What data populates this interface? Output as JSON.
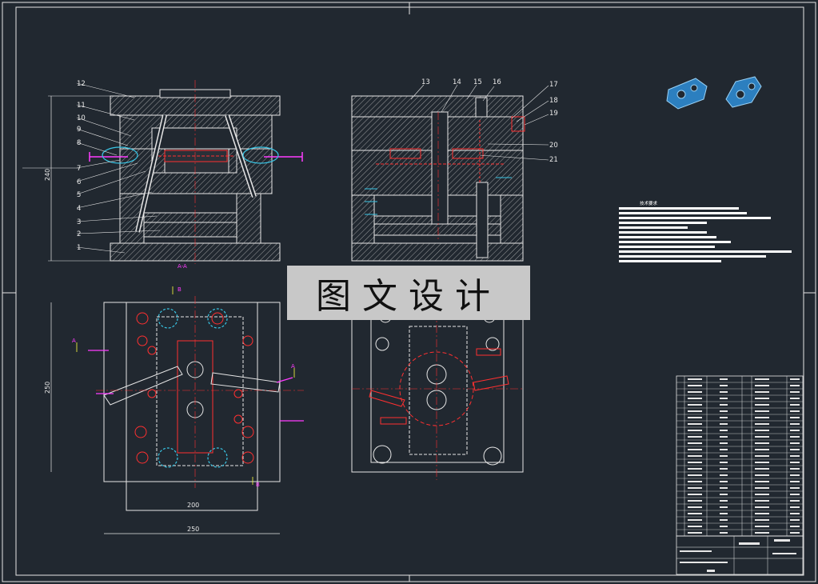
{
  "watermark": "图文设计",
  "section_label": "A-A",
  "dimensions": {
    "height_front": "240",
    "height_plan": "250",
    "width_inner": "200",
    "width_outer": "250"
  },
  "callouts_left": [
    "12",
    "11",
    "10",
    "9",
    "8",
    "7",
    "6",
    "5",
    "4",
    "3",
    "2",
    "1"
  ],
  "callouts_right": [
    "13",
    "14",
    "15",
    "16",
    "17",
    "18",
    "19",
    "20",
    "21"
  ],
  "section_marks": [
    "A",
    "A",
    "B",
    "B"
  ],
  "tech_requirements_title": "技术要求",
  "colors": {
    "background": "#212830",
    "frame": "#e6e6e6",
    "hatch": "#c9c9c9",
    "red": "#ff3030",
    "cyan": "#39c6e6",
    "magenta": "#ff3cff",
    "yellow": "#ffff40",
    "watermark_bg": "#c8c8c8"
  },
  "icons": [
    "part-render-icon-1",
    "part-render-icon-2"
  ]
}
